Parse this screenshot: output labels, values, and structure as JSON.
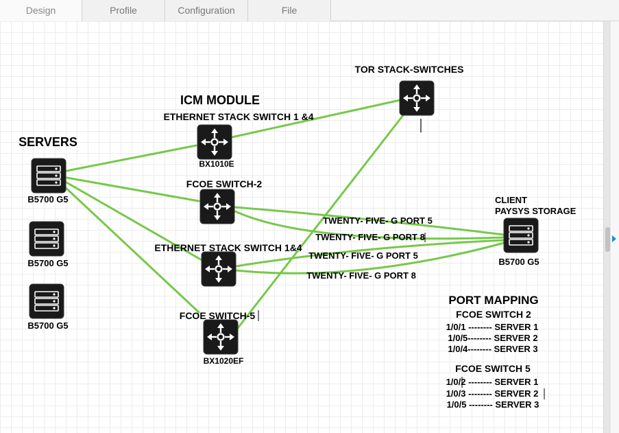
{
  "tabs": [
    {
      "label": "Design",
      "active": true
    },
    {
      "label": "Profile",
      "active": false
    },
    {
      "label": "Configuration",
      "active": false
    },
    {
      "label": "File",
      "active": false
    }
  ],
  "colors": {
    "link": "#77c84a",
    "device": "#1a1a1a",
    "device_icon": "#ffffff"
  },
  "labels": {
    "tor_title": "TOR STACK-SWITCHES",
    "icm_title": "ICM MODULE",
    "eth_switch_1_4": "ETHERNET STACK SWITCH 1 &4",
    "servers_title": "SERVERS",
    "bx1010e": "BX1010E",
    "fcoe_switch_2": "FCOE SWITCH-2",
    "eth_switch_1and4": "ETHERNET STACK SWITCH 1&4",
    "fcoe_switch_5": "FCOE SWITCH-5",
    "bx1020ef": "BX1020EF",
    "server_1": "B5700 G5",
    "server_2": "B5700 G5",
    "server_3": "B5700 G5",
    "client_line1": "CLIENT",
    "client_line2": "PAYSYS STORAGE",
    "client_model": "B5700 G5",
    "port_a": "TWENTY- FIVE- G PORT 5",
    "port_b": "TWENTY- FIVE- G PORT 8",
    "port_c": "TWENTY- FIVE- G PORT 5",
    "port_d": "TWENTY- FIVE- G PORT 8"
  },
  "port_mapping": {
    "title": "PORT MAPPING",
    "switch2_title": "FCOE SWITCH 2",
    "switch2_rows": [
      "1/0/1 -------- SERVER 1",
      "1/0/5-------- SERVER 2",
      "1/0/4-------- SERVER 3"
    ],
    "switch5_title": "FCOE SWITCH 5",
    "switch5_rows": [
      "1/0/2 -------- SERVER 1",
      "1/0/3 -------- SERVER 2",
      "1/0/5 -------- SERVER 3"
    ]
  }
}
